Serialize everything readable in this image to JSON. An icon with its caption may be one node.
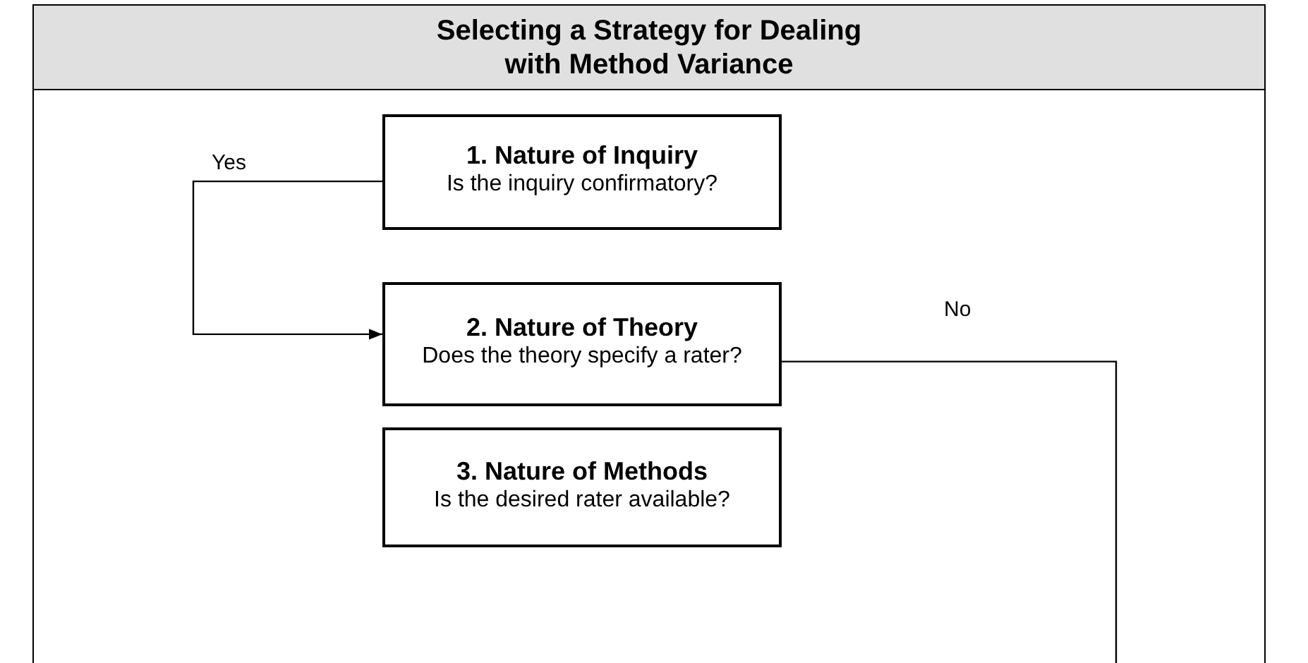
{
  "diagram": {
    "title": "Selecting a Strategy for Dealing with Method Variance",
    "nodes": [
      {
        "text": [
          "1. Nature of Inquiry",
          "Is the inquiry confirmatory?"
        ]
      },
      {
        "text": [
          "2. Nature of Theory",
          "Does the theory specify a rater?"
        ]
      },
      {
        "text": [
          "3. Nature of Methods",
          "Is the desired rater available?"
        ]
      }
    ],
    "edges": [
      {
        "from": 0,
        "to": 1,
        "arrow": "to",
        "label": "Yes"
      },
      {
        "from": 1,
        "to": null,
        "arrow": "none",
        "label": "No"
      }
    ]
  }
}
